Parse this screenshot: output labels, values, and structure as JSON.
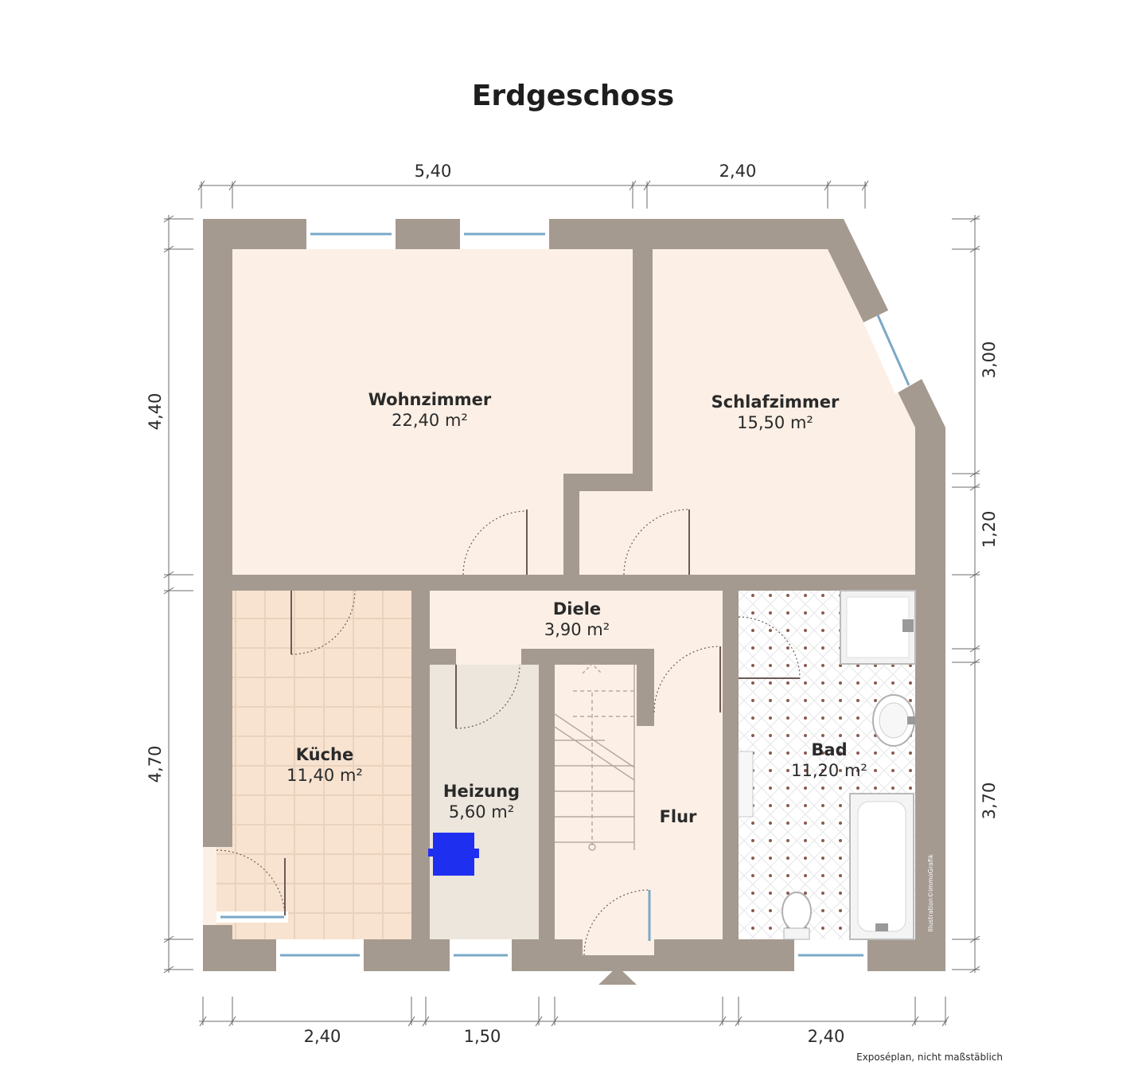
{
  "title": "Erdgeschoss",
  "colors": {
    "wall": "#a59a90",
    "floor": "#fcf0e6",
    "kitchen_floor": "#f7e3d0",
    "heating_floor": "#ece6dc",
    "bath_floor": "#ffffff",
    "boiler": "#1f2ff0",
    "dim_line": "#6b6b6b"
  },
  "rooms": {
    "wohnzimmer": {
      "name": "Wohnzimmer",
      "area": "22,40 m²"
    },
    "schlafzimmer": {
      "name": "Schlafzimmer",
      "area": "15,50 m²"
    },
    "diele": {
      "name": "Diele",
      "area": "3,90 m²"
    },
    "kueche": {
      "name": "Küche",
      "area": "11,40 m²"
    },
    "heizung": {
      "name": "Heizung",
      "area": "5,60 m²"
    },
    "flur": {
      "name": "Flur"
    },
    "bad": {
      "name": "Bad",
      "area": "11,20 m²"
    }
  },
  "dimensions": {
    "top": [
      "5,40",
      "2,40"
    ],
    "bottom": [
      "2,40",
      "1,50",
      "2,40"
    ],
    "left": [
      "4,40",
      "4,70"
    ],
    "right": [
      "3,00",
      "1,20",
      "3,70"
    ]
  },
  "entrance_icon": "entrance-arrow-icon",
  "credit": "Illustration©immoGrafik",
  "note": "Exposéplan, nicht maßstäblich"
}
